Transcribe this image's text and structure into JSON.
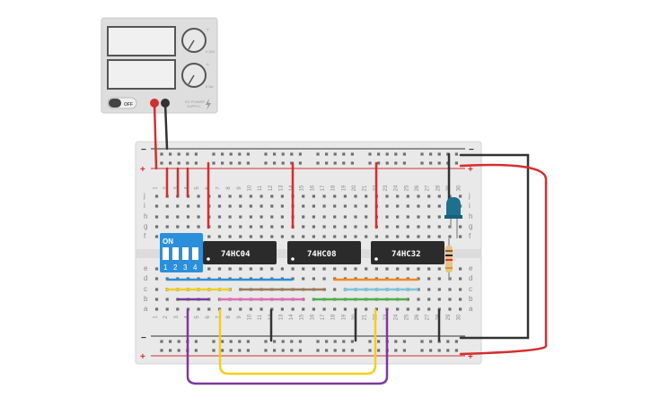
{
  "power_supply": {
    "off_label": "OFF",
    "brand_line1": "DC POWER",
    "brand_line2": "SUPPLY",
    "knob1_top": "V",
    "knob1_scale": "0 20V",
    "knob2_top": "A",
    "knob2_scale": "0 5A"
  },
  "rails": {
    "plus": "+",
    "minus": "−"
  },
  "row_labels_top": [
    "j",
    "i",
    "h",
    "g",
    "f"
  ],
  "row_labels_bottom": [
    "e",
    "d",
    "c",
    "b",
    "a"
  ],
  "dip_switch": {
    "on_label": "ON",
    "numbers": [
      "1",
      "2",
      "3",
      "4"
    ]
  },
  "chips": [
    {
      "label": "74HC04"
    },
    {
      "label": "74HC08"
    },
    {
      "label": "74HC32"
    }
  ],
  "colors": {
    "breadboard": "#e8e8e8",
    "wire_red": "#d32f2f",
    "wire_black": "#333333",
    "wire_blue": "#2a8fd6",
    "wire_yellow": "#f2cf1d",
    "wire_purple": "#7c3a9a",
    "wire_brown": "#9c7a5a",
    "wire_orange": "#f08a1f",
    "wire_lightblue": "#79c6df",
    "wire_pink": "#e36bbb",
    "wire_green": "#4db04a",
    "dip_blue": "#2b8fdc",
    "led_blue": "#1f6f8f"
  }
}
